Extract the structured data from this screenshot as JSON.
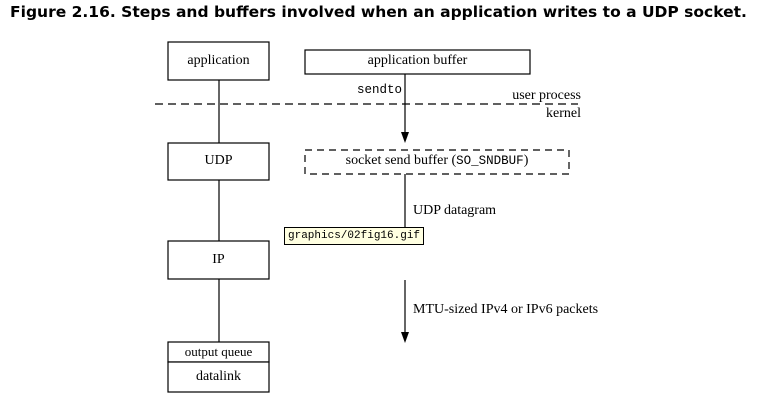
{
  "figure": {
    "title": "Figure 2.16. Steps and buffers involved when an application writes to a UDP socket."
  },
  "boxes": {
    "application": "application",
    "udp": "UDP",
    "ip": "IP",
    "output_queue": "output queue",
    "datalink": "datalink"
  },
  "buffers": {
    "application_buffer": "application buffer",
    "socket_send_buffer_prefix": "socket send buffer (",
    "socket_send_buffer_option": "SO_SNDBUF",
    "socket_send_buffer_suffix": ")"
  },
  "labels": {
    "sendto": "sendto",
    "user_process": "user process",
    "kernel": "kernel",
    "udp_datagram": "UDP datagram",
    "mtu_packets": "MTU-sized IPv4 or IPv6 packets"
  },
  "tooltip": {
    "text": "graphics/02fig16.gif"
  }
}
